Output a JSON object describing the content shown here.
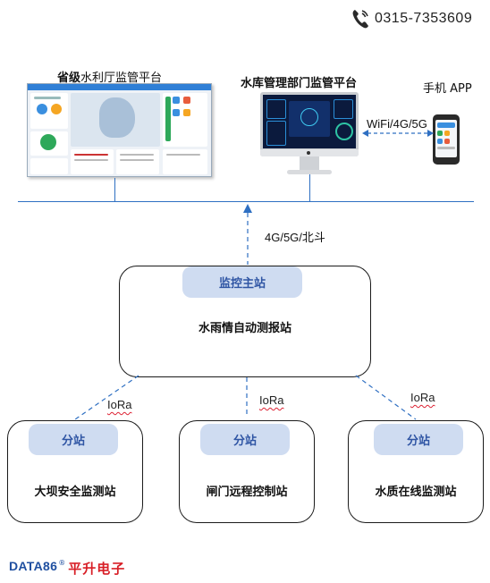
{
  "contact": {
    "phone": "0315-7353609",
    "icon": "phone-icon"
  },
  "platforms": {
    "provincial": {
      "title_bold": "省级",
      "title_rest": "水利厅监管平台"
    },
    "reservoir": {
      "title": "水库管理部门监管平台"
    },
    "mobile": {
      "title": "手机 APP"
    }
  },
  "links": {
    "wireless": "WiFi/4G/5G",
    "uplink": "4G/5G/北斗",
    "lora_left": "IoRa",
    "lora_center": "IoRa",
    "lora_right": "IoRa"
  },
  "main_station": {
    "tag": "监控主站",
    "name": "水雨情自动测报站"
  },
  "substations": [
    {
      "tag": "分站",
      "name": "大坝安全监测站"
    },
    {
      "tag": "分站",
      "name": "闸门远程控制站"
    },
    {
      "tag": "分站",
      "name": "水质在线监测站"
    }
  ],
  "brand": {
    "logo_text": "DATA86",
    "registered": "®",
    "company": "平升电子"
  },
  "colors": {
    "accent": "#2e6fc2",
    "tag_bg": "#cfdcf1",
    "tag_text": "#2f55a4",
    "brand_red": "#d81e26",
    "brand_blue": "#1f4fa0"
  }
}
